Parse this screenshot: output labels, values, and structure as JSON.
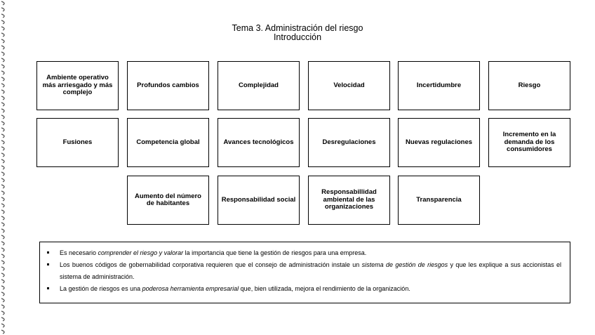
{
  "title": {
    "line1": "Tema 3. Administración del riesgo",
    "line2": "Introducción"
  },
  "boxes": {
    "row1": [
      "Ambiente operativo más arriesgado y más complejo",
      "Profundos cambios",
      "Complejidad",
      "Velocidad",
      "Incertidumbre",
      "Riesgo"
    ],
    "row2": [
      "Fusiones",
      "Competencia global",
      "Avances tecnológicos",
      "Desregulaciones",
      "Nuevas regulaciones",
      "Incremento en la demanda de los consumidores"
    ],
    "row3": [
      "Aumento del número de habitantes",
      "Responsabilidad social",
      "Responsabillidad ambiental de las organizaciones",
      "Transparencia"
    ]
  },
  "notes": [
    {
      "t1": "Es necesario ",
      "e1": "comprender el riesgo y valorar",
      "t2": " la importancia que tiene la gestión de riesgos para una empresa."
    },
    {
      "t1": "Los buenos códigos de gobernabilidad corporativa requieren que el consejo de administración instale un ",
      "e1": "sistema de gestión de riesgos",
      "t2": " y que les explique a sus accionistas el sistema de administración."
    },
    {
      "t1": "La gestión de riesgos es una ",
      "e1": "poderosa herramienta empresarial",
      "t2": " que, bien utilizada, mejora el rendimiento de la organización."
    }
  ]
}
